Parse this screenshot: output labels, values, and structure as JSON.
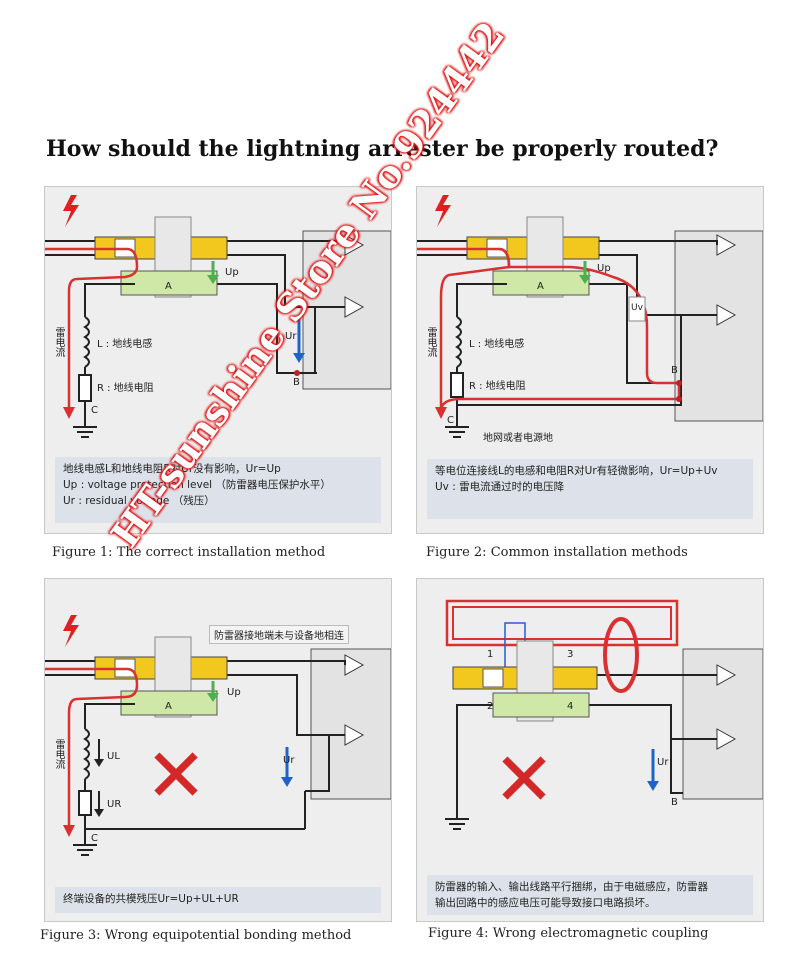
{
  "title": "How should the lightning arrester be properly routed?",
  "figures": [
    {
      "caption": "Figure 1: The correct installation method",
      "note_lines": [
        "地线电感L和地线电阻R对Ur没有影响，Ur=Up",
        "Up : voltage protection level （防雷器电压保护水平）",
        "Ur : residual voltage （残压）"
      ],
      "labels": {
        "up": "Up",
        "ur": "Ur",
        "a": "A",
        "b": "B",
        "c": "C",
        "l": "L : 地线电感",
        "r": "R : 地线电阻",
        "current": "雷电流"
      }
    },
    {
      "caption": "Figure 2: Common installation methods",
      "note_lines": [
        "等电位连接线L的电感和电阻R对Ur有轻微影响，Ur=Up+Uv",
        "Uv : 雷电流通过时的电压降"
      ],
      "labels": {
        "up": "Up",
        "uv": "Uv",
        "a": "A",
        "b": "B",
        "c": "C",
        "l": "L : 地线电感",
        "r": "R : 地线电阻",
        "current": "雷电流",
        "grid": "地网或者电源地"
      }
    },
    {
      "caption": "Figure 3: Wrong equipotential bonding method",
      "top_note": "防雷器接地端未与设备地相连",
      "note_lines": [
        "终端设备的共模残压Ur=Up+UL+UR"
      ],
      "labels": {
        "up": "Up",
        "ul": "UL",
        "ur_drop": "UR",
        "ur": "Ur",
        "a": "A",
        "c": "C",
        "current": "雷电流"
      }
    },
    {
      "caption": "Figure 4: Wrong electromagnetic coupling",
      "note_lines": [
        "防雷器的输入、输出线路平行捆绑，由于电磁感应，防雷器",
        "输出回路中的感应电压可能导致接口电路损坏。"
      ],
      "labels": {
        "n1": "1",
        "n2": "2",
        "n3": "3",
        "n4": "4",
        "ur": "Ur",
        "b": "B"
      }
    }
  ],
  "watermark": "HT-sunshine Store No.924442",
  "colors": {
    "lightning": "#e02020",
    "current": "#d93030",
    "arrow_green": "#4caf50",
    "arrow_blue": "#1e64c8",
    "arrester": "#f2c81e"
  },
  "icons": [
    "lightning-icon",
    "ground-icon",
    "cross-icon",
    "equipment-port-icon"
  ]
}
